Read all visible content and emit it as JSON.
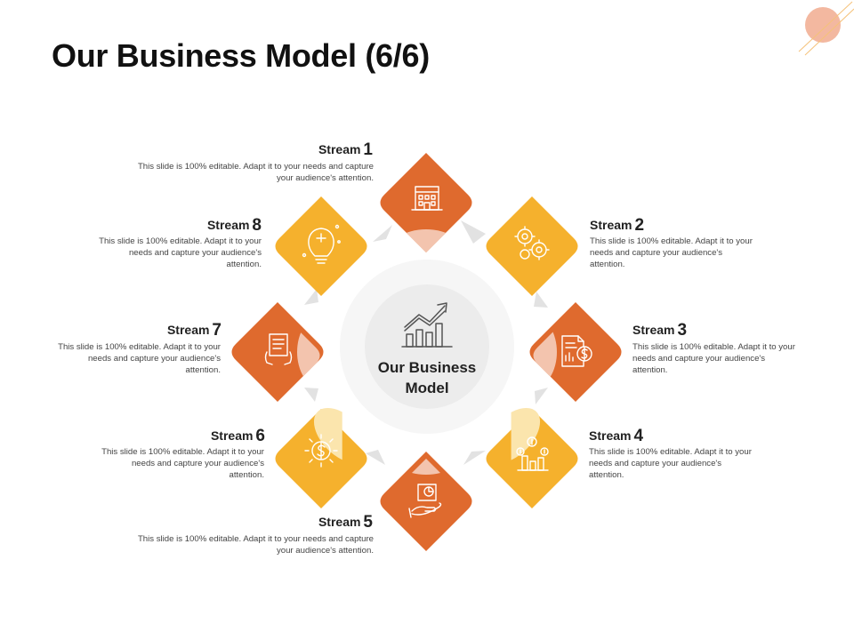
{
  "slide": {
    "title": "Our Business Model (6/6)",
    "center": {
      "line1": "Our Business",
      "line2": "Model",
      "icon": "growth-chart-icon"
    }
  },
  "colors": {
    "orange": "#df6a2e",
    "yellow": "#f5b12d",
    "peach": "#f3c4ae",
    "cream": "#fbe5ad",
    "center_disc": "#eeeeee",
    "center_ring": "#f6f6f6"
  },
  "streams": [
    {
      "label": "Stream",
      "number": "1",
      "description": "This slide is 100% editable.  Adapt it to your needs and capture your audience's attention.",
      "icon": "building-icon",
      "color": "orange"
    },
    {
      "label": "Stream",
      "number": "2",
      "description": "This slide is 100% editable.  Adapt it to your needs and capture your audience's attention.",
      "icon": "gears-icon",
      "color": "yellow"
    },
    {
      "label": "Stream",
      "number": "3",
      "description": "This slide is 100% editable.  Adapt it to your needs and capture your audience's attention.",
      "icon": "document-dollar-icon",
      "color": "orange"
    },
    {
      "label": "Stream",
      "number": "4",
      "description": "This slide is 100% editable.  Adapt it to your needs and capture your audience's attention.",
      "icon": "dollar-bar-chart-icon",
      "color": "yellow"
    },
    {
      "label": "Stream",
      "number": "5",
      "description": "This slide is 100% editable.  Adapt it to your needs and capture your audience's attention.",
      "icon": "hand-chart-icon",
      "color": "orange"
    },
    {
      "label": "Stream",
      "number": "6",
      "description": "This slide is 100% editable.  Adapt it to your needs and capture your audience's attention.",
      "icon": "dollar-gear-icon",
      "color": "yellow"
    },
    {
      "label": "Stream",
      "number": "7",
      "description": "This slide is 100% editable.  Adapt it to your needs and capture your audience's attention.",
      "icon": "document-hands-icon",
      "color": "orange"
    },
    {
      "label": "Stream",
      "number": "8",
      "description": "This slide is 100% editable.  Adapt it to your needs and capture your audience's attention.",
      "icon": "lightbulb-icon",
      "color": "yellow"
    }
  ]
}
